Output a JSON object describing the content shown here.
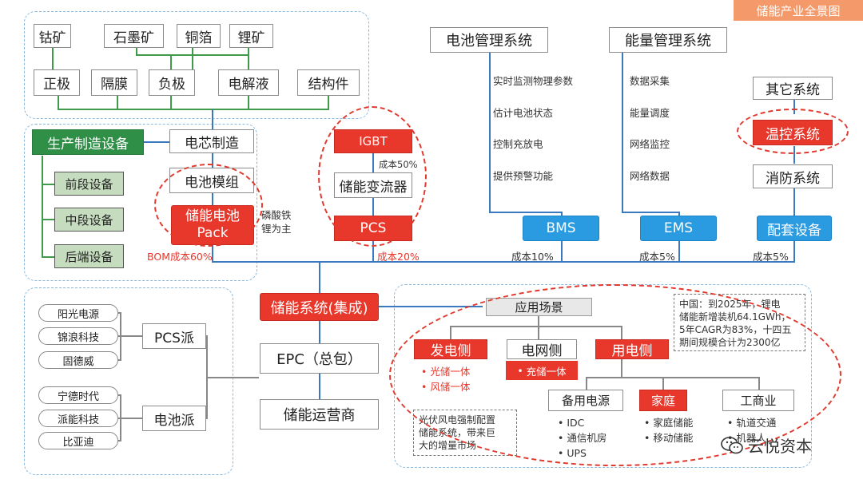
{
  "corner_tag": "储能产业全景图",
  "materials": {
    "raw": [
      "钴矿",
      "石墨矿",
      "铜箔",
      "锂矿"
    ],
    "parts": [
      "正极",
      "隔膜",
      "负极",
      "电解液",
      "结构件"
    ]
  },
  "equipment": {
    "title": "生产制造设备",
    "items": [
      "前段设备",
      "中段设备",
      "后端设备"
    ]
  },
  "battery": {
    "cell": "电芯制造",
    "module": "电池模组",
    "pack_line1": "储能电池",
    "pack_line2": "Pack",
    "pack_note_line1": "磷酸铁",
    "pack_note_line2": "锂为主",
    "bom_cost": "BOM成本60%"
  },
  "pcs": {
    "igbt": "IGBT",
    "igbt_cost": "成本50%",
    "converter": "储能变流器",
    "label": "PCS",
    "cost": "成本20%"
  },
  "bms": {
    "title": "电池管理系统",
    "functions": [
      "实时监测物理参数",
      "估计电池状态",
      "控制充放电",
      "提供预警功能"
    ],
    "label": "BMS",
    "cost": "成本10%"
  },
  "ems": {
    "title": "能量管理系统",
    "functions": [
      "数据采集",
      "能量调度",
      "网络监控",
      "网络数据"
    ],
    "label": "EMS",
    "cost": "成本5%"
  },
  "support": {
    "other": "其它系统",
    "thermal": "温控系统",
    "fire": "消防系统",
    "label": "配套设备",
    "cost": "成本5%"
  },
  "integrators": {
    "pcs_group": "PCS派",
    "pcs_companies": [
      "阳光电源",
      "锦浪科技",
      "固德威"
    ],
    "battery_group": "电池派",
    "battery_companies": [
      "宁德时代",
      "派能科技",
      "比亚迪"
    ]
  },
  "system": {
    "integration": "储能系统(集成)",
    "epc": "EPC（总包）",
    "operator": "储能运营商"
  },
  "scenarios": {
    "title": "应用场景",
    "generation": "发电侧",
    "generation_items": [
      "光储一体",
      "风储一体"
    ],
    "grid": "电网侧",
    "grid_item": "充储一体",
    "consumer": "用电侧",
    "backup": "备用电源",
    "backup_items": [
      "IDC",
      "通信机房",
      "UPS"
    ],
    "home": "家庭",
    "home_items": [
      "家庭储能",
      "移动储能"
    ],
    "commerce": "工商业",
    "commerce_items": [
      "轨道交通",
      "机器人"
    ],
    "china_note": [
      "中国：到2025年，锂电",
      "储能新增装机64.1GWh，",
      "5年CAGR为83%，十四五",
      "期间规模合计为2300亿"
    ],
    "pv_note": [
      "光伏风电强制配置",
      "储能系统，带来巨",
      "大的增量市场"
    ]
  },
  "watermark": "云悦资本"
}
